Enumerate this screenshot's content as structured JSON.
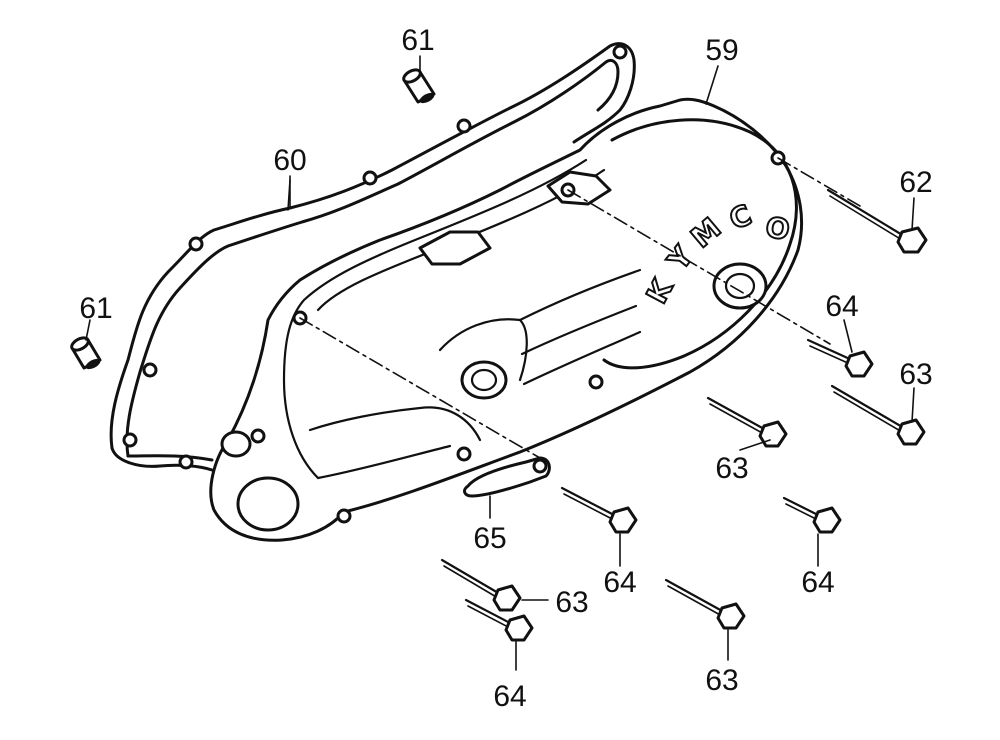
{
  "diagram": {
    "parts": {
      "p59": "59",
      "p60": "60",
      "p61a": "61",
      "p61b": "61",
      "p62": "62",
      "p63a": "63",
      "p63b": "63",
      "p63c": "63",
      "p63d": "63",
      "p64a": "64",
      "p64b": "64",
      "p64c": "64",
      "p64d": "64",
      "p65": "65"
    },
    "brand_letters": [
      "K",
      "Y",
      "M",
      "C",
      "O"
    ]
  }
}
